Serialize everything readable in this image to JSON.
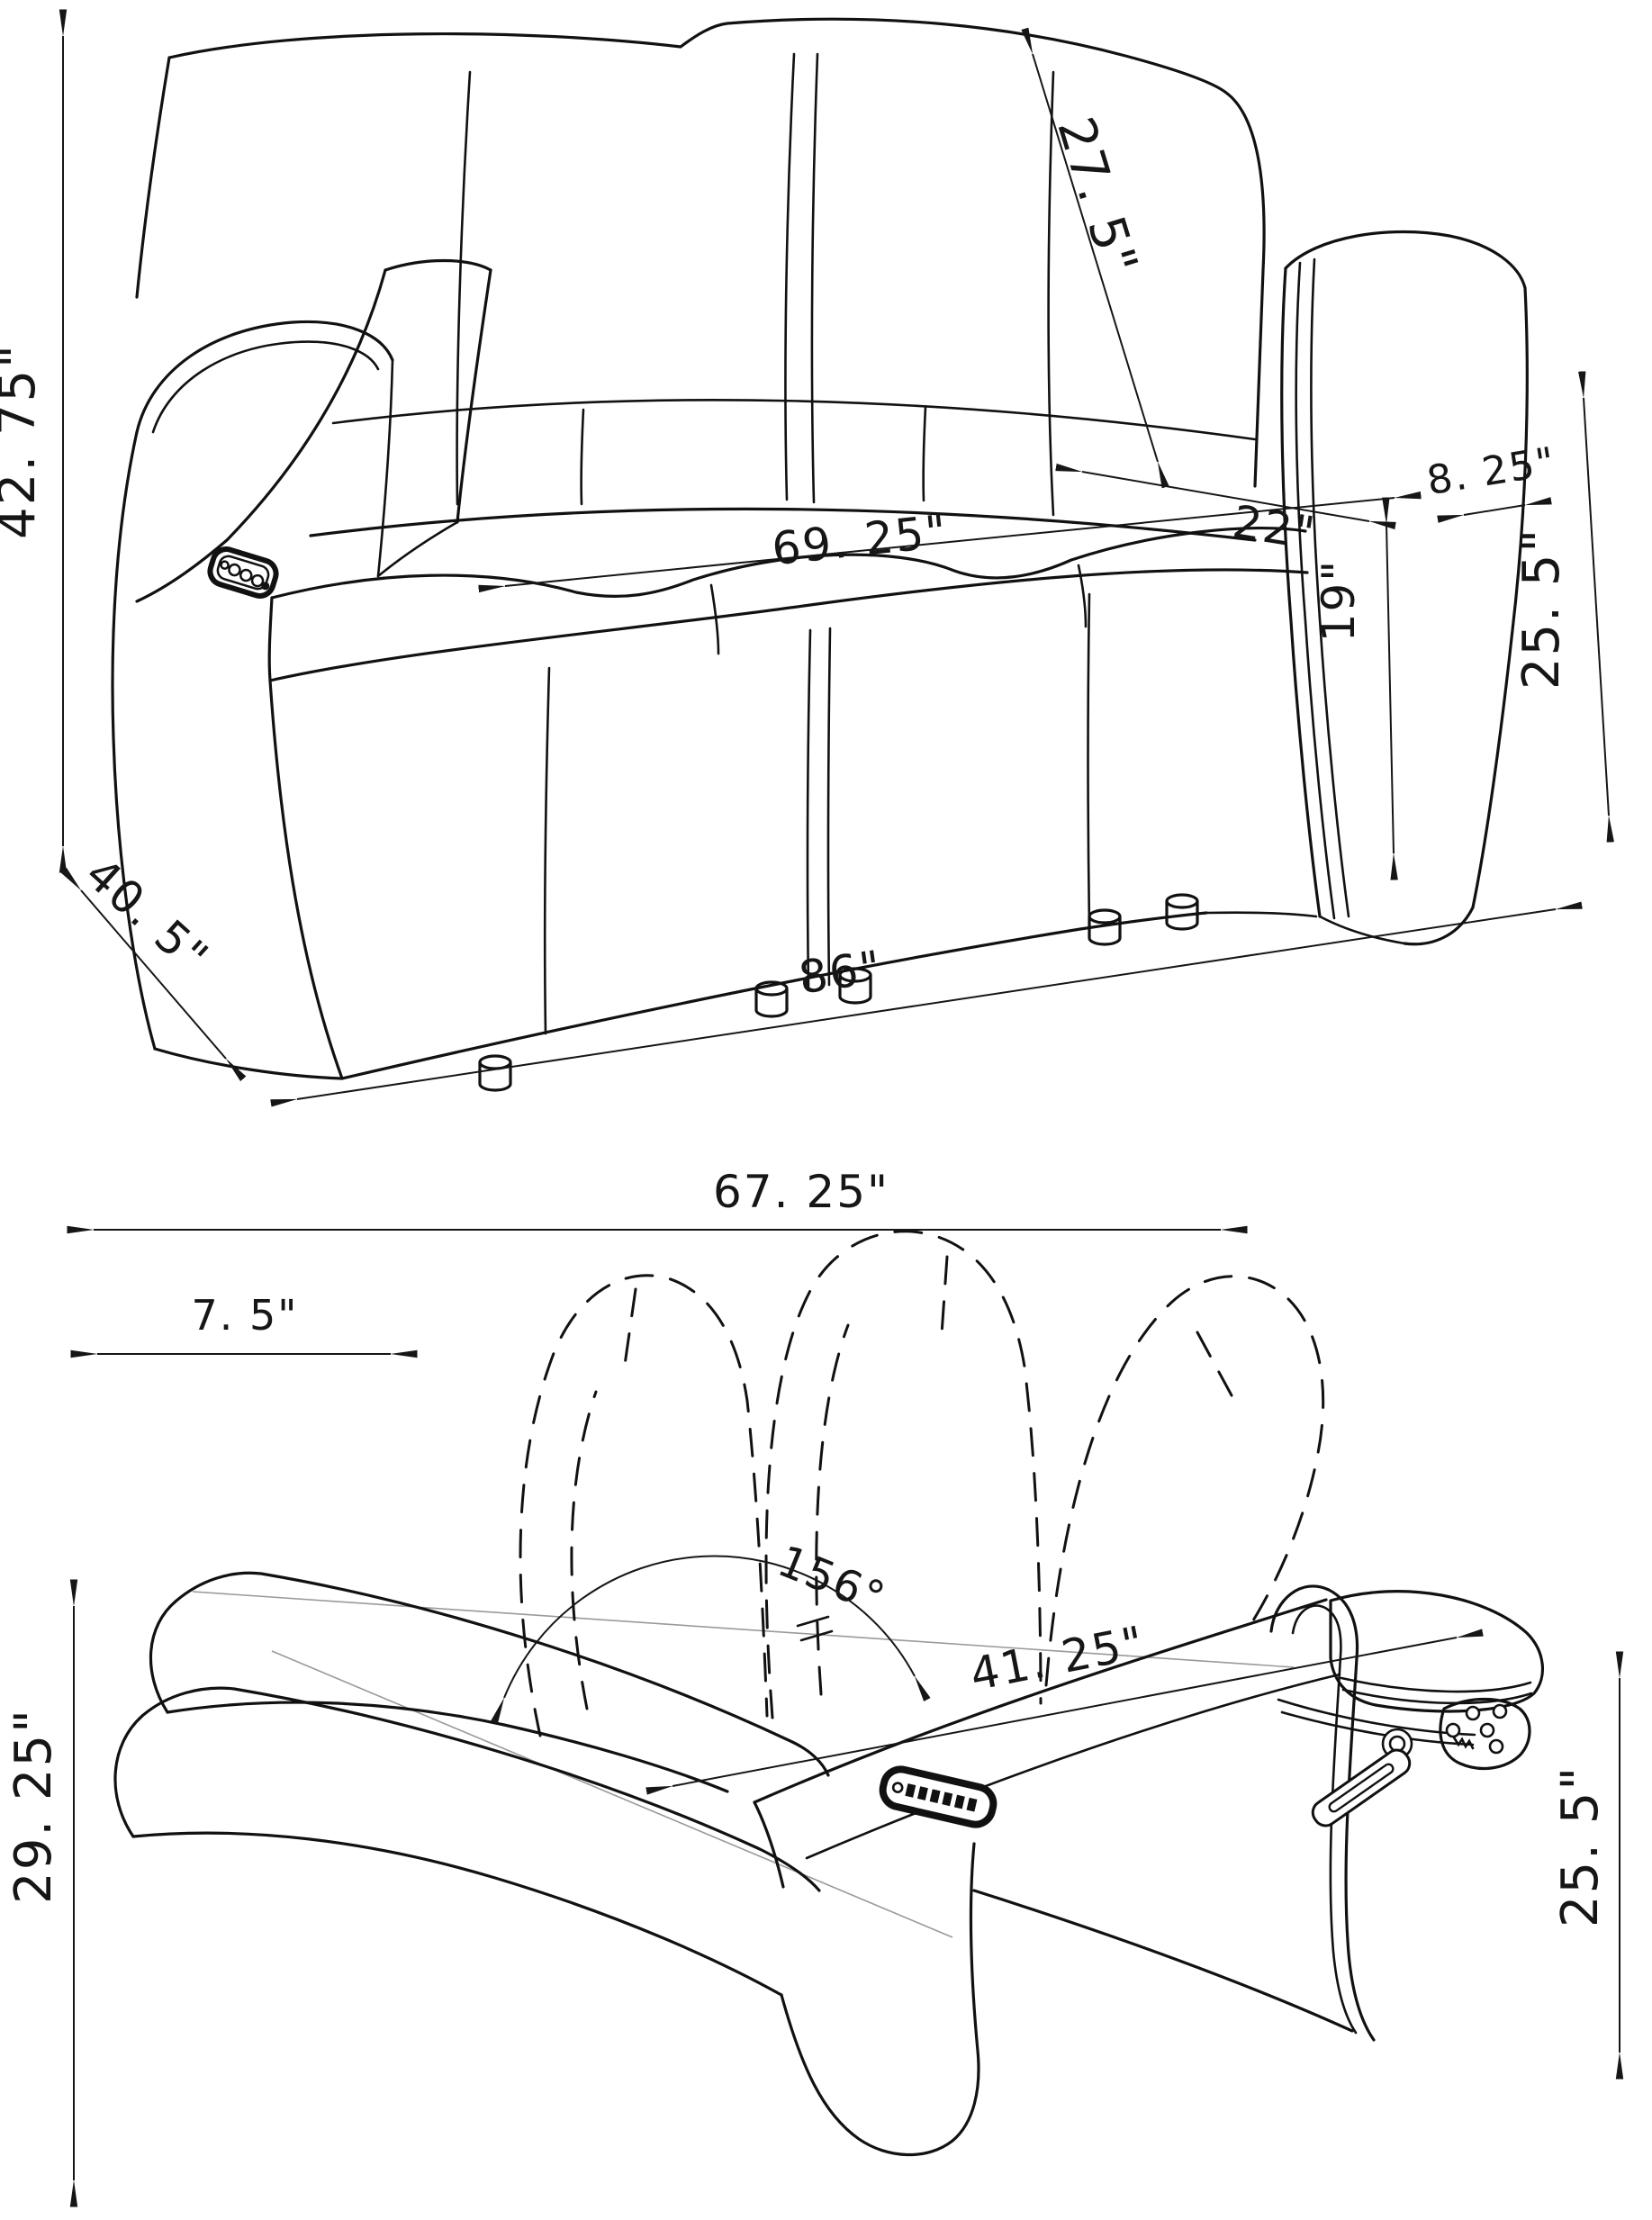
{
  "document": {
    "type": "furniture-dimension-diagram",
    "background": "#ffffff",
    "line_color": "#111111"
  },
  "sofa_view": {
    "name": "power reclining sofa - front three-quarter view",
    "dims": {
      "overall_height": "42. 75\"",
      "back_height": "27. 5\"",
      "seat_width": "69. 25\"",
      "seat_depth": "22\"",
      "arm_width": "8. 25\"",
      "seat_height": "19\"",
      "arm_height": "25. 5\"",
      "overall_depth": "40. 5\"",
      "overall_width": "86\""
    }
  },
  "recliner_view": {
    "name": "recliner side view - reclined with footrest extended",
    "dims": {
      "reclined_length": "67. 25\"",
      "wall_clearance": "7. 5\"",
      "recline_angle": "156°",
      "back_length": "41. 25\"",
      "overall_height_reclined": "29. 25\"",
      "back_height_reclined": "25. 5\""
    }
  }
}
